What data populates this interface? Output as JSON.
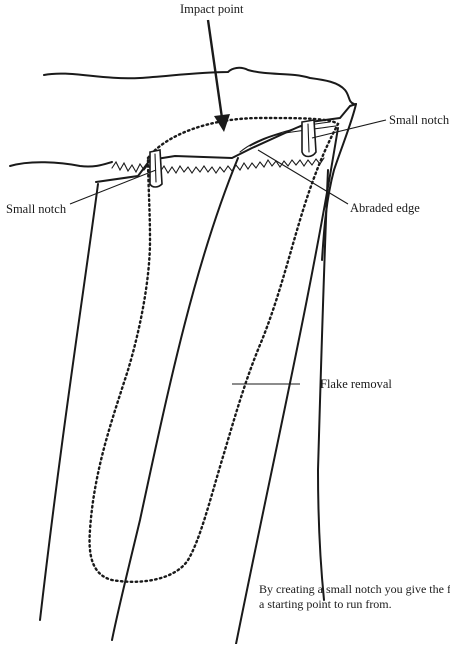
{
  "labels": {
    "impact_point": "Impact point",
    "small_notch_right": "Small notch",
    "small_notch_left": "Small notch",
    "abraded_edge": "Abraded edge",
    "flake_removal": "Flake removal"
  },
  "caption": {
    "line1": "By creating a small notch you give the flake",
    "line2": "a starting point to run from."
  }
}
